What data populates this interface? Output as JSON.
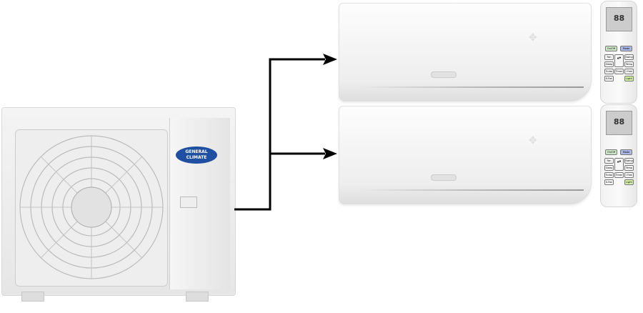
{
  "outdoor_unit": {
    "brand_logo": "GENERAL CLIMATE"
  },
  "remote": {
    "display": "88",
    "buttons": [
      "On/Off",
      "Mode",
      "Fan",
      "Swing",
      "Sleep",
      "Temp",
      "Turbo",
      "Timer",
      "I Feel",
      "X-Fan",
      "Light"
    ],
    "onoff_color": "#cfe8c8",
    "mode_color": "#a9b8e6",
    "light_color": "#d6f0a8"
  },
  "arrows": {
    "color": "#000000",
    "targets": 2
  }
}
